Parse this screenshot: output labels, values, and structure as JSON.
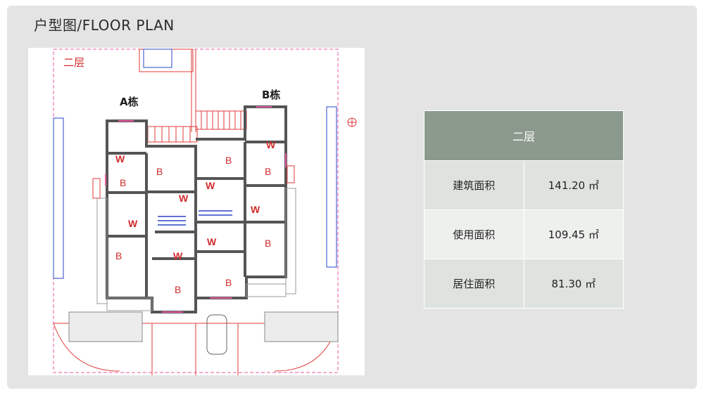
{
  "page": {
    "title": "户型图/FLOOR PLAN"
  },
  "plan": {
    "floor_label": "二层",
    "building_a": "A栋",
    "building_b": "B栋",
    "rooms": {
      "bedroom": "B",
      "washroom": "W"
    },
    "colors": {
      "wall": "#555555",
      "red_line": "#e03a3a",
      "pink_line": "#e85aa0",
      "blue_line": "#2b45c8",
      "room_label": "#d12b2b"
    }
  },
  "area_table": {
    "header": "二层",
    "rows": [
      {
        "label": "建筑面积",
        "value": "141.20 ㎡"
      },
      {
        "label": "使用面积",
        "value": "109.45 ㎡"
      },
      {
        "label": "居住面积",
        "value": "81.30 ㎡"
      }
    ],
    "colors": {
      "header_bg": "#8c9a8d",
      "row_odd": "#dfe3df",
      "row_even": "#eef0ee"
    }
  }
}
